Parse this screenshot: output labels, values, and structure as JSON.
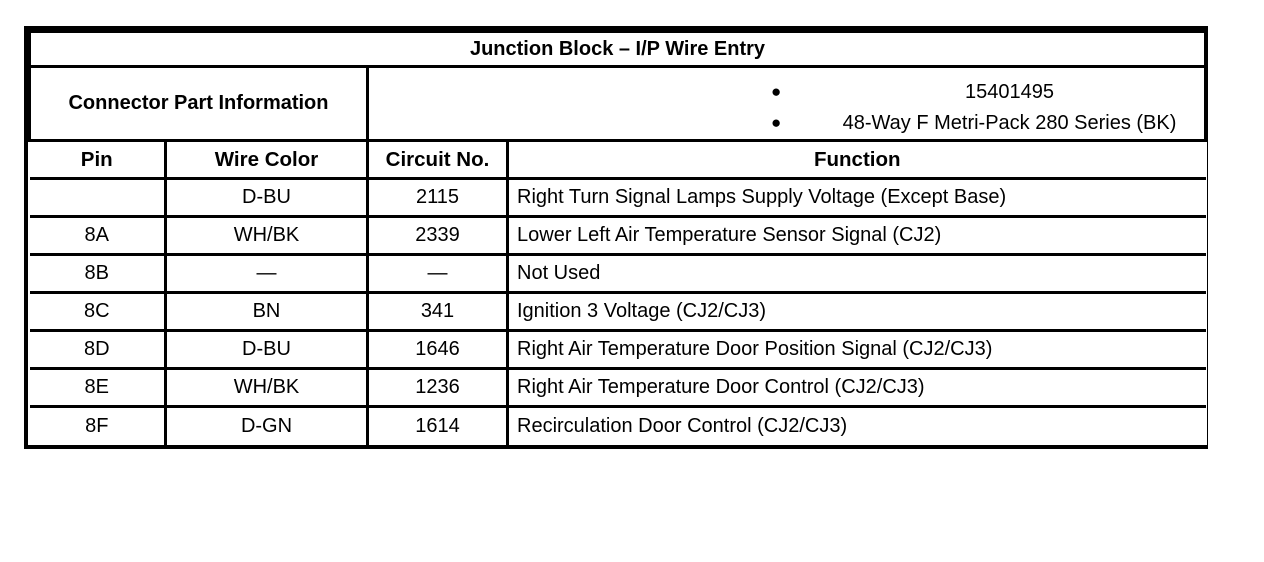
{
  "document": {
    "title": "Junction Block – I/P Wire Entry"
  },
  "connector": {
    "label": "Connector Part Information",
    "bullet_glyph": "●",
    "parts": [
      "15401495",
      "48-Way F Metri-Pack 280 Series (BK)"
    ]
  },
  "table": {
    "columns": [
      "Pin",
      "Wire Color",
      "Circuit No.",
      "Function"
    ],
    "rows": [
      {
        "pin": "",
        "wire_color": "D-BU",
        "circuit_no": "2115",
        "function": "Right Turn Signal Lamps Supply Voltage (Except Base)"
      },
      {
        "pin": "8A",
        "wire_color": "WH/BK",
        "circuit_no": "2339",
        "function": "Lower Left Air Temperature Sensor Signal (CJ2)"
      },
      {
        "pin": "8B",
        "wire_color": "—",
        "circuit_no": "—",
        "function": "Not Used"
      },
      {
        "pin": "8C",
        "wire_color": "BN",
        "circuit_no": "341",
        "function": "Ignition 3 Voltage (CJ2/CJ3)"
      },
      {
        "pin": "8D",
        "wire_color": "D-BU",
        "circuit_no": "1646",
        "function": "Right Air Temperature Door Position Signal (CJ2/CJ3)"
      },
      {
        "pin": "8E",
        "wire_color": "WH/BK",
        "circuit_no": "1236",
        "function": "Right Air Temperature Door Control (CJ2/CJ3)"
      },
      {
        "pin": "8F",
        "wire_color": "D-GN",
        "circuit_no": "1614",
        "function": "Recirculation Door Control (CJ2/CJ3)"
      }
    ]
  },
  "colors": {
    "border": "#000000",
    "background": "#ffffff",
    "text": "#000000"
  }
}
